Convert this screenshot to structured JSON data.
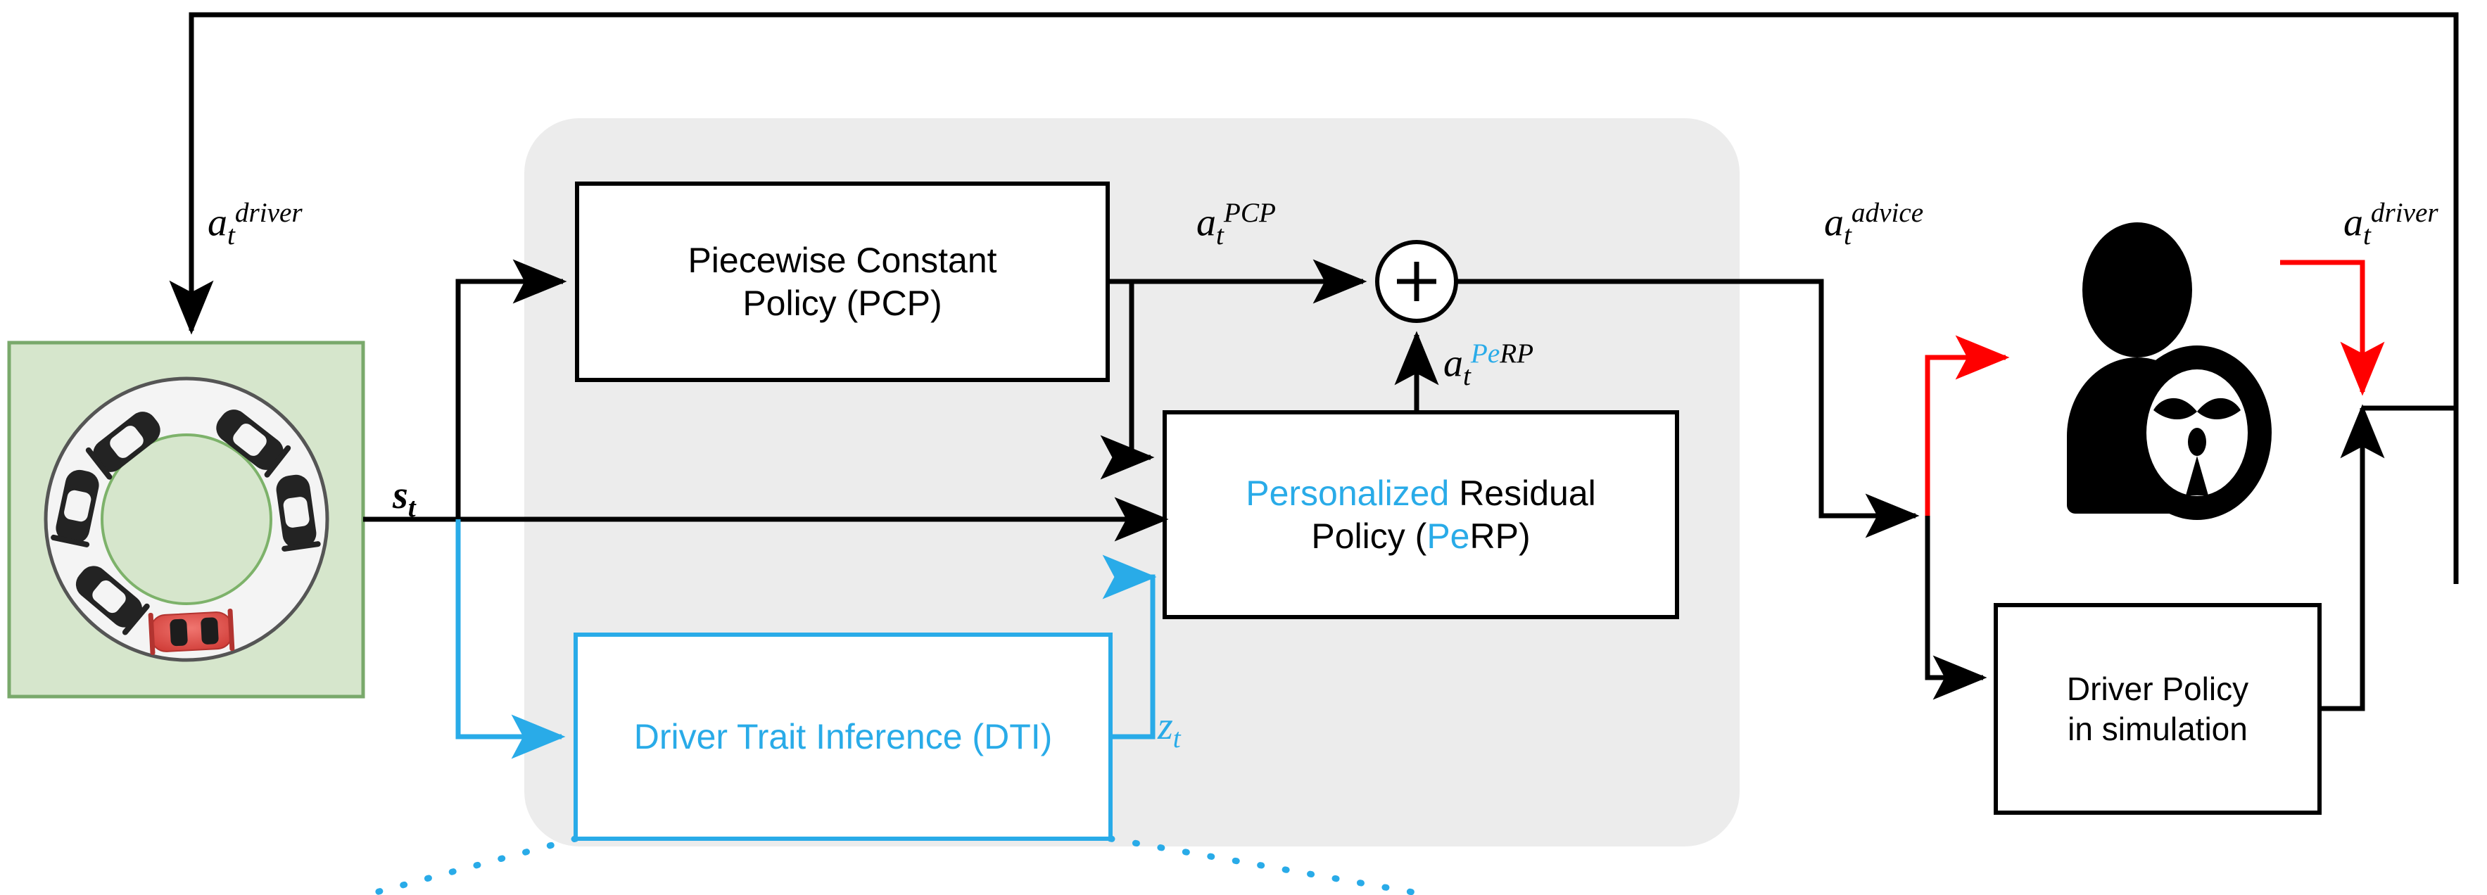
{
  "diagram": {
    "title_absent": true,
    "colors": {
      "accent_blue": "#29ABE8",
      "red": "#FF0000",
      "black": "#000000",
      "panel_gray": "#ECECEC",
      "green_fill": "#D6E6CC",
      "green_border": "#79A96B",
      "car_red": "#E04A45",
      "car_dark": "#232323",
      "road_gray": "#F4F4F4",
      "road_border": "#555555"
    },
    "panel": {
      "name": "PeRP framework panel"
    },
    "environment": {
      "name": "roundabout-scenario",
      "ego_car_color": "#E04A45",
      "other_cars": 6
    },
    "boxes": {
      "pcp": {
        "line1": "Piecewise Constant",
        "line2": "Policy (PCP)"
      },
      "perp": {
        "seg1": "Personalized",
        "seg2": " Residual",
        "line2_a": "Policy (",
        "line2_b": "Pe",
        "line2_c": "RP)"
      },
      "dti": {
        "label": "Driver Trait Inference (DTI)"
      },
      "driver_policy": {
        "line1": "Driver Policy",
        "line2": "in simulation"
      }
    },
    "sum_node": {
      "symbol": "+"
    },
    "driver_icon": {
      "name": "human-driver-with-steering-wheel"
    },
    "signals": {
      "a_driver_left": {
        "base": "a",
        "sub": "t",
        "sup": "driver"
      },
      "a_driver_right": {
        "base": "a",
        "sub": "t",
        "sup": "driver"
      },
      "s_t": {
        "base": "s",
        "sub": "t"
      },
      "a_pcp": {
        "base": "a",
        "sub": "t",
        "sup": "PCP"
      },
      "a_perp": {
        "base": "a",
        "sub": "t",
        "sup_blue": "Pe",
        "sup_black": "RP"
      },
      "a_advice": {
        "base": "a",
        "sub": "t",
        "sup": "advice"
      },
      "z_t": {
        "base": "z",
        "sub": "t"
      }
    }
  }
}
